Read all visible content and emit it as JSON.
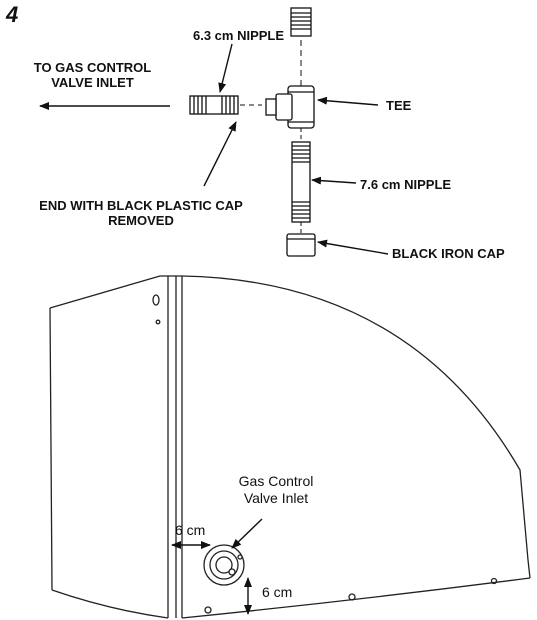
{
  "step_number": "4",
  "parts": {
    "nipple_short": "6.3 cm NIPPLE",
    "to_gas_control": [
      "TO GAS CONTROL",
      "VALVE INLET"
    ],
    "tee": "TEE",
    "nipple_long_prefix": "7.6 ",
    "nipple_long_unit": "cm",
    "nipple_long_suffix": " NIPPLE",
    "end_cap_removed": [
      "END WITH BLACK PLASTIC CAP",
      "REMOVED"
    ],
    "black_iron_cap": "BLACK IRON CAP"
  },
  "heater": {
    "inlet_label": [
      "Gas Control",
      "Valve Inlet"
    ],
    "side_distance": "6 cm",
    "bottom_distance": "6 cm"
  }
}
